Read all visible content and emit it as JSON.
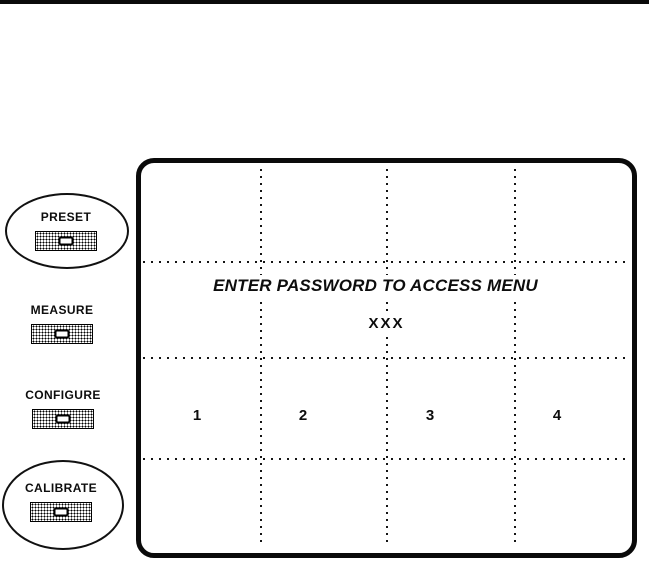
{
  "page": {
    "background": "#ffffff",
    "ink": "#0d0d0d"
  },
  "front_panel": {
    "buttons": [
      {
        "label": "PRESET",
        "circled": true
      },
      {
        "label": "MEASURE",
        "circled": false
      },
      {
        "label": "CONFIGURE",
        "circled": false
      },
      {
        "label": "CALIBRATE",
        "circled": true
      }
    ]
  },
  "screen": {
    "prompt": "ENTER PASSWORD TO ACCESS MENU",
    "password_entry": "XXX",
    "softkeys": [
      "1",
      "2",
      "3",
      "4"
    ]
  }
}
